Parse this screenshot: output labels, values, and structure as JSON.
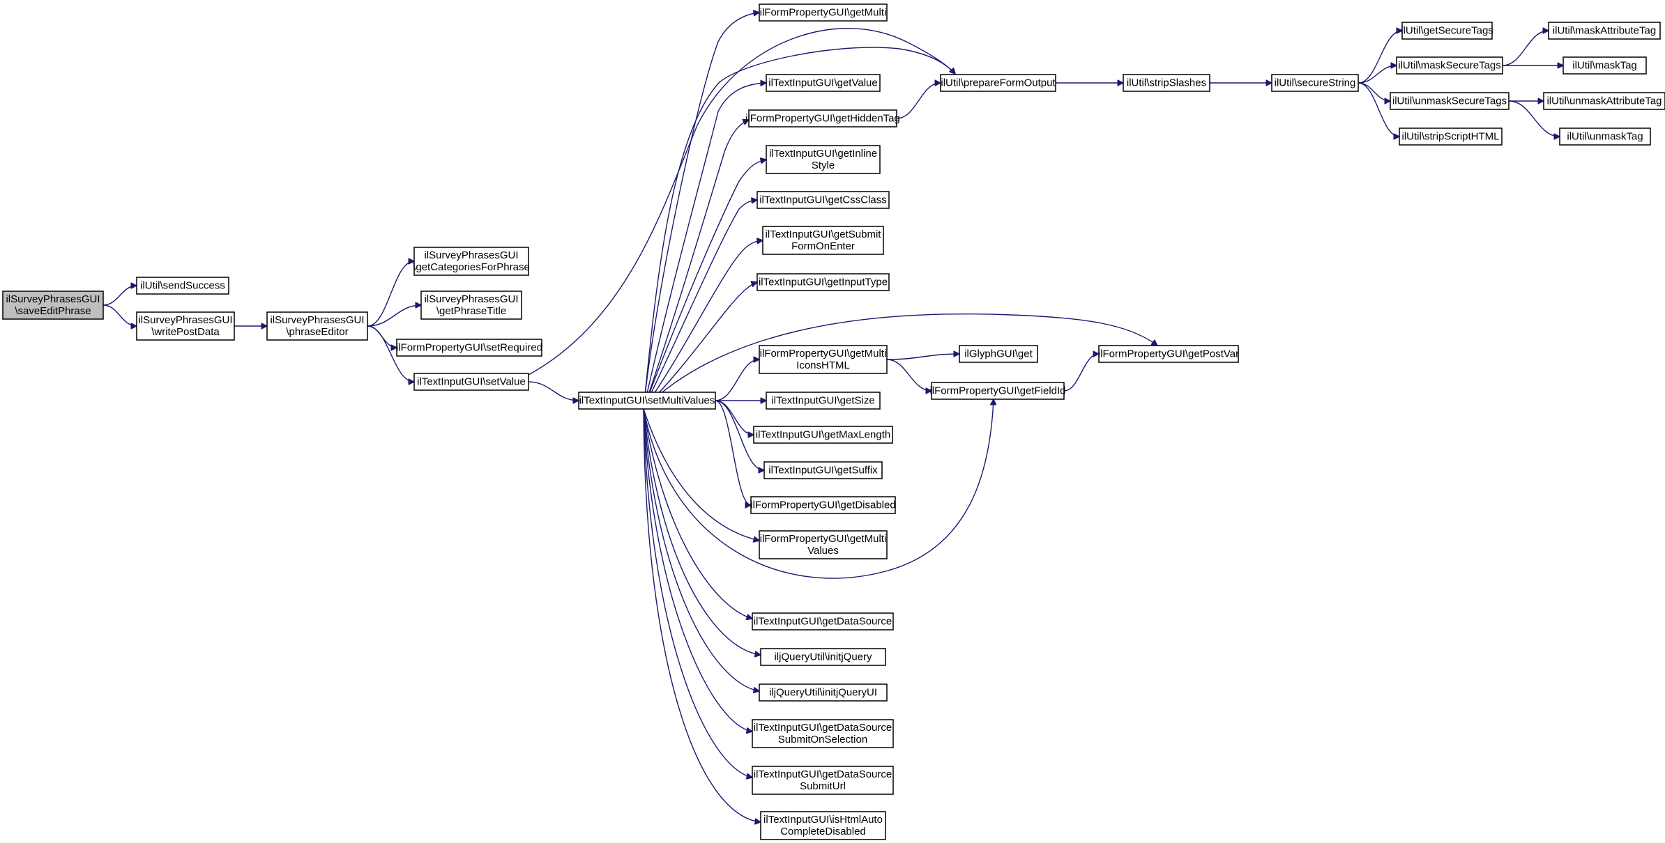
{
  "graph": {
    "edge_color": "#191970",
    "root_fill": "#bfbfbf",
    "nodes": [
      {
        "id": "saveEditPhrase",
        "lines": [
          "ilSurveyPhrasesGUI",
          "\\saveEditPhrase"
        ],
        "root": true
      },
      {
        "id": "sendSuccess",
        "lines": [
          "ilUtil\\sendSuccess"
        ]
      },
      {
        "id": "writePostData",
        "lines": [
          "ilSurveyPhrasesGUI",
          "\\writePostData"
        ]
      },
      {
        "id": "phraseEditor",
        "lines": [
          "ilSurveyPhrasesGUI",
          "\\phraseEditor"
        ]
      },
      {
        "id": "getCategoriesForPhrase",
        "lines": [
          "ilSurveyPhrasesGUI",
          "\\getCategoriesForPhrase"
        ]
      },
      {
        "id": "getPhraseTitle",
        "lines": [
          "ilSurveyPhrasesGUI",
          "\\getPhraseTitle"
        ]
      },
      {
        "id": "setRequired",
        "lines": [
          "ilFormPropertyGUI\\setRequired"
        ]
      },
      {
        "id": "setValue",
        "lines": [
          "ilTextInputGUI\\setValue"
        ]
      },
      {
        "id": "setMultiValues",
        "lines": [
          "ilTextInputGUI\\setMultiValues"
        ]
      },
      {
        "id": "getMulti",
        "lines": [
          "ilFormPropertyGUI\\getMulti"
        ]
      },
      {
        "id": "getValue",
        "lines": [
          "ilTextInputGUI\\getValue"
        ]
      },
      {
        "id": "getHiddenTag",
        "lines": [
          "ilFormPropertyGUI\\getHiddenTag"
        ]
      },
      {
        "id": "getInlineStyle",
        "lines": [
          "ilTextInputGUI\\getInline",
          "Style"
        ]
      },
      {
        "id": "getCssClass",
        "lines": [
          "ilTextInputGUI\\getCssClass"
        ]
      },
      {
        "id": "getSubmitFormOnEnter",
        "lines": [
          "ilTextInputGUI\\getSubmit",
          "FormOnEnter"
        ]
      },
      {
        "id": "getInputType",
        "lines": [
          "ilTextInputGUI\\getInputType"
        ]
      },
      {
        "id": "getMultiIconsHTML",
        "lines": [
          "ilFormPropertyGUI\\getMulti",
          "IconsHTML"
        ]
      },
      {
        "id": "getSize",
        "lines": [
          "ilTextInputGUI\\getSize"
        ]
      },
      {
        "id": "getMaxLength",
        "lines": [
          "ilTextInputGUI\\getMaxLength"
        ]
      },
      {
        "id": "getSuffix",
        "lines": [
          "ilTextInputGUI\\getSuffix"
        ]
      },
      {
        "id": "getDisabled",
        "lines": [
          "ilFormPropertyGUI\\getDisabled"
        ]
      },
      {
        "id": "getMultiValues",
        "lines": [
          "ilFormPropertyGUI\\getMulti",
          "Values"
        ]
      },
      {
        "id": "getDataSource",
        "lines": [
          "ilTextInputGUI\\getDataSource"
        ]
      },
      {
        "id": "initjQuery",
        "lines": [
          "iljQueryUtil\\initjQuery"
        ]
      },
      {
        "id": "initjQueryUI",
        "lines": [
          "iljQueryUtil\\initjQueryUI"
        ]
      },
      {
        "id": "getDataSourceSubmitOnSelection",
        "lines": [
          "ilTextInputGUI\\getDataSource",
          "SubmitOnSelection"
        ]
      },
      {
        "id": "getDataSourceSubmitUrl",
        "lines": [
          "ilTextInputGUI\\getDataSource",
          "SubmitUrl"
        ]
      },
      {
        "id": "isHtmlAutoCompleteDisabled",
        "lines": [
          "ilTextInputGUI\\isHtmlAuto",
          "CompleteDisabled"
        ]
      },
      {
        "id": "prepareFormOutput",
        "lines": [
          "ilUtil\\prepareFormOutput"
        ]
      },
      {
        "id": "glyphGet",
        "lines": [
          "ilGlyphGUI\\get"
        ]
      },
      {
        "id": "getFieldId",
        "lines": [
          "ilFormPropertyGUI\\getFieldId"
        ]
      },
      {
        "id": "getPostVar",
        "lines": [
          "ilFormPropertyGUI\\getPostVar"
        ]
      },
      {
        "id": "stripSlashes",
        "lines": [
          "ilUtil\\stripSlashes"
        ]
      },
      {
        "id": "secureString",
        "lines": [
          "ilUtil\\secureString"
        ]
      },
      {
        "id": "getSecureTags",
        "lines": [
          "ilUtil\\getSecureTags"
        ]
      },
      {
        "id": "maskSecureTags",
        "lines": [
          "ilUtil\\maskSecureTags"
        ]
      },
      {
        "id": "unmaskSecureTags",
        "lines": [
          "ilUtil\\unmaskSecureTags"
        ]
      },
      {
        "id": "stripScriptHTML",
        "lines": [
          "ilUtil\\stripScriptHTML"
        ]
      },
      {
        "id": "maskAttributeTag",
        "lines": [
          "ilUtil\\maskAttributeTag"
        ]
      },
      {
        "id": "maskTag",
        "lines": [
          "ilUtil\\maskTag"
        ]
      },
      {
        "id": "unmaskAttributeTag",
        "lines": [
          "ilUtil\\unmaskAttributeTag"
        ]
      },
      {
        "id": "unmaskTag",
        "lines": [
          "ilUtil\\unmaskTag"
        ]
      }
    ],
    "edges": [
      [
        "saveEditPhrase",
        "sendSuccess"
      ],
      [
        "saveEditPhrase",
        "writePostData"
      ],
      [
        "writePostData",
        "phraseEditor"
      ],
      [
        "phraseEditor",
        "getCategoriesForPhrase"
      ],
      [
        "phraseEditor",
        "getPhraseTitle"
      ],
      [
        "phraseEditor",
        "setRequired"
      ],
      [
        "phraseEditor",
        "setValue"
      ],
      [
        "setValue",
        "prepareFormOutput"
      ],
      [
        "setValue",
        "setMultiValues"
      ],
      [
        "setMultiValues",
        "getMulti"
      ],
      [
        "setMultiValues",
        "getValue"
      ],
      [
        "setMultiValues",
        "getHiddenTag"
      ],
      [
        "setMultiValues",
        "getInlineStyle"
      ],
      [
        "setMultiValues",
        "getCssClass"
      ],
      [
        "setMultiValues",
        "getSubmitFormOnEnter"
      ],
      [
        "setMultiValues",
        "getInputType"
      ],
      [
        "setMultiValues",
        "getPostVar"
      ],
      [
        "setMultiValues",
        "getMultiIconsHTML"
      ],
      [
        "setMultiValues",
        "getSize"
      ],
      [
        "setMultiValues",
        "getMaxLength"
      ],
      [
        "setMultiValues",
        "getSuffix"
      ],
      [
        "setMultiValues",
        "getDisabled"
      ],
      [
        "setMultiValues",
        "getMultiValues"
      ],
      [
        "setMultiValues",
        "getFieldId"
      ],
      [
        "setMultiValues",
        "getDataSource"
      ],
      [
        "setMultiValues",
        "initjQuery"
      ],
      [
        "setMultiValues",
        "initjQueryUI"
      ],
      [
        "setMultiValues",
        "getDataSourceSubmitOnSelection"
      ],
      [
        "setMultiValues",
        "getDataSourceSubmitUrl"
      ],
      [
        "setMultiValues",
        "isHtmlAutoCompleteDisabled"
      ],
      [
        "setMultiValues",
        "prepareFormOutput"
      ],
      [
        "getHiddenTag",
        "prepareFormOutput"
      ],
      [
        "getMultiIconsHTML",
        "glyphGet"
      ],
      [
        "getMultiIconsHTML",
        "getFieldId"
      ],
      [
        "getFieldId",
        "getPostVar"
      ],
      [
        "prepareFormOutput",
        "stripSlashes"
      ],
      [
        "stripSlashes",
        "secureString"
      ],
      [
        "secureString",
        "getSecureTags"
      ],
      [
        "secureString",
        "maskSecureTags"
      ],
      [
        "secureString",
        "unmaskSecureTags"
      ],
      [
        "secureString",
        "stripScriptHTML"
      ],
      [
        "maskSecureTags",
        "maskAttributeTag"
      ],
      [
        "maskSecureTags",
        "maskTag"
      ],
      [
        "unmaskSecureTags",
        "unmaskAttributeTag"
      ],
      [
        "unmaskSecureTags",
        "unmaskTag"
      ]
    ]
  }
}
